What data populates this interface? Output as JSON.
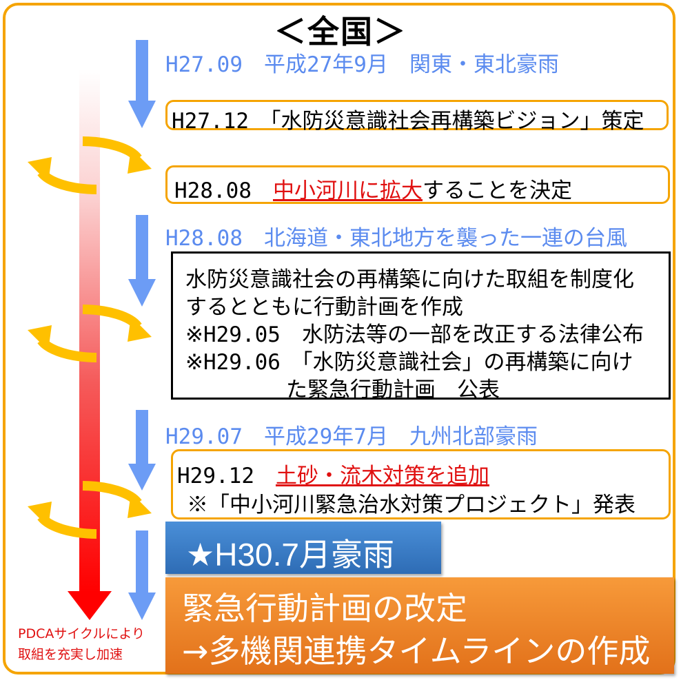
{
  "title": "＜全国＞",
  "events": [
    {
      "date": "H27.09",
      "text": "平成27年9月　関東・東北豪雨"
    },
    {
      "date": "H28.08",
      "text": "北海道・東北地方を襲った一連の台風"
    },
    {
      "date": "H29.07",
      "text": "平成29年7月　九州北部豪雨"
    }
  ],
  "box1": {
    "date": "H27.12",
    "text": "「水防災意識社会再構築ビジョン」策定"
  },
  "box2": {
    "date": "H28.08",
    "highlight": "中小河川に拡大",
    "text": "することを決定"
  },
  "box3": {
    "line1": "水防災意識社会の再構築に向けた取組を制度化",
    "line2": "するとともに行動計画を作成",
    "line3": "※H29.05　水防法等の一部を改正する法律公布",
    "line4": "※H29.06　「水防災意識社会」の再構築に向け",
    "line5": "た緊急行動計画　公表"
  },
  "box4": {
    "date": "H29.12",
    "highlight": "土砂・流木対策を追加",
    "line2": "※「中小河川緊急治水対策プロジェクト」発表"
  },
  "h30": "★H30.7月豪雨",
  "final": {
    "line1": "緊急行動計画の改定",
    "line2": "→多機関連携タイムラインの作成"
  },
  "pdca": {
    "line1": "PDCAサイクルにより",
    "line2": "取組を充実し加速"
  },
  "colors": {
    "frame": "#F5A400",
    "blue_text": "#5B8BEF",
    "red": "#E01010",
    "orange": "#E2711A",
    "blue_box": "#2E6CB5"
  }
}
